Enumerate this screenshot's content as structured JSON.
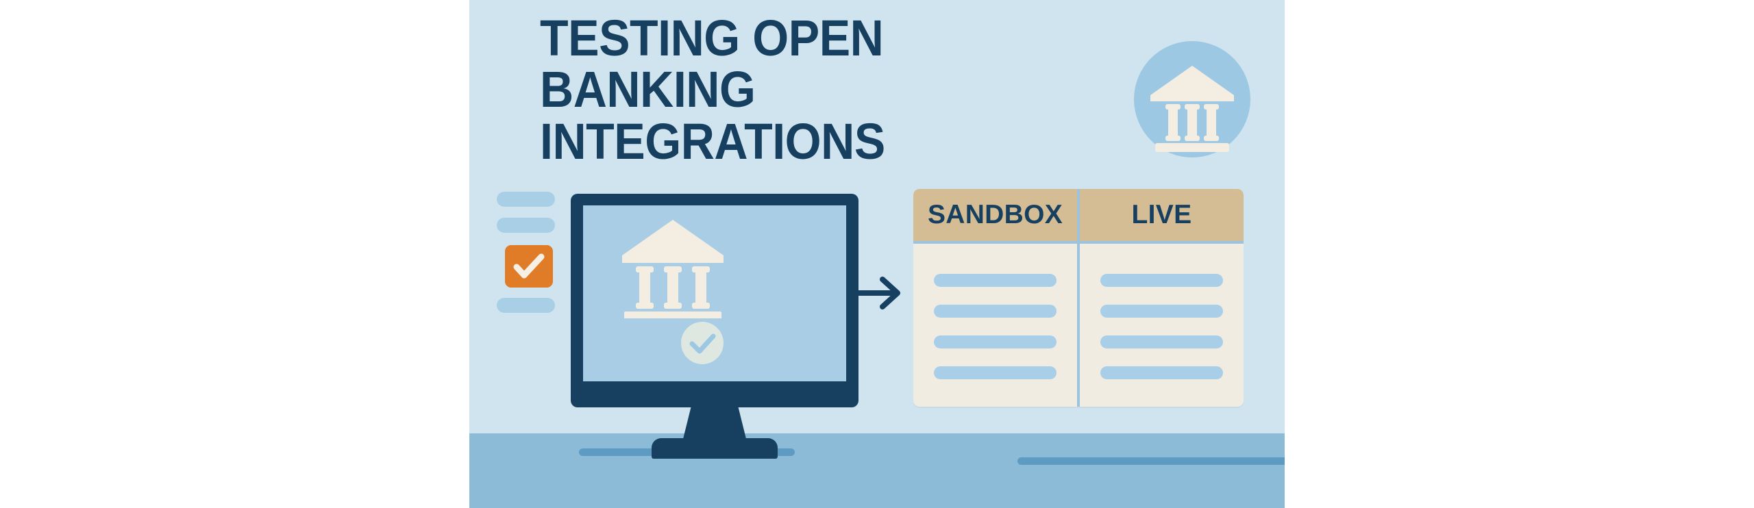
{
  "illustration": {
    "title": "TESTING OPEN BANKING\nINTEGRATIONS",
    "colors": {
      "background": "#cfe4ef",
      "floor": "#8cbbd8",
      "navy": "#173f5f",
      "screen": "#a8cde5",
      "orange": "#e07b28",
      "cream": "#f0ece2",
      "tan": "#d4bd95",
      "bar_blue": "#a8cfe7"
    }
  },
  "bank_badge": {
    "icon": "bank-icon",
    "circle_color": "#9cc8e3",
    "glyph_color": "#f3eee1"
  },
  "checklist": {
    "bars": [
      {
        "name": "placeholder-bar-1"
      },
      {
        "name": "placeholder-bar-2"
      },
      {
        "name": "placeholder-bar-3"
      }
    ],
    "checkbox": {
      "icon": "check-icon",
      "checked": true,
      "color": "#e07b28"
    }
  },
  "monitor": {
    "screen_icon": "bank-icon",
    "status_icon": "check-circle-icon",
    "frame_color": "#173f5f",
    "screen_color": "#a8cde5"
  },
  "arrow": {
    "icon": "arrow-right-icon",
    "color": "#173f5f"
  },
  "comparison_card": {
    "columns": [
      {
        "header": "SANDBOX",
        "rows": [
          {
            "name": "sandbox-row-1"
          },
          {
            "name": "sandbox-row-2"
          },
          {
            "name": "sandbox-row-3"
          },
          {
            "name": "sandbox-row-4"
          }
        ]
      },
      {
        "header": "LIVE",
        "rows": [
          {
            "name": "live-row-1"
          },
          {
            "name": "live-row-2"
          },
          {
            "name": "live-row-3"
          },
          {
            "name": "live-row-4"
          }
        ]
      }
    ]
  }
}
